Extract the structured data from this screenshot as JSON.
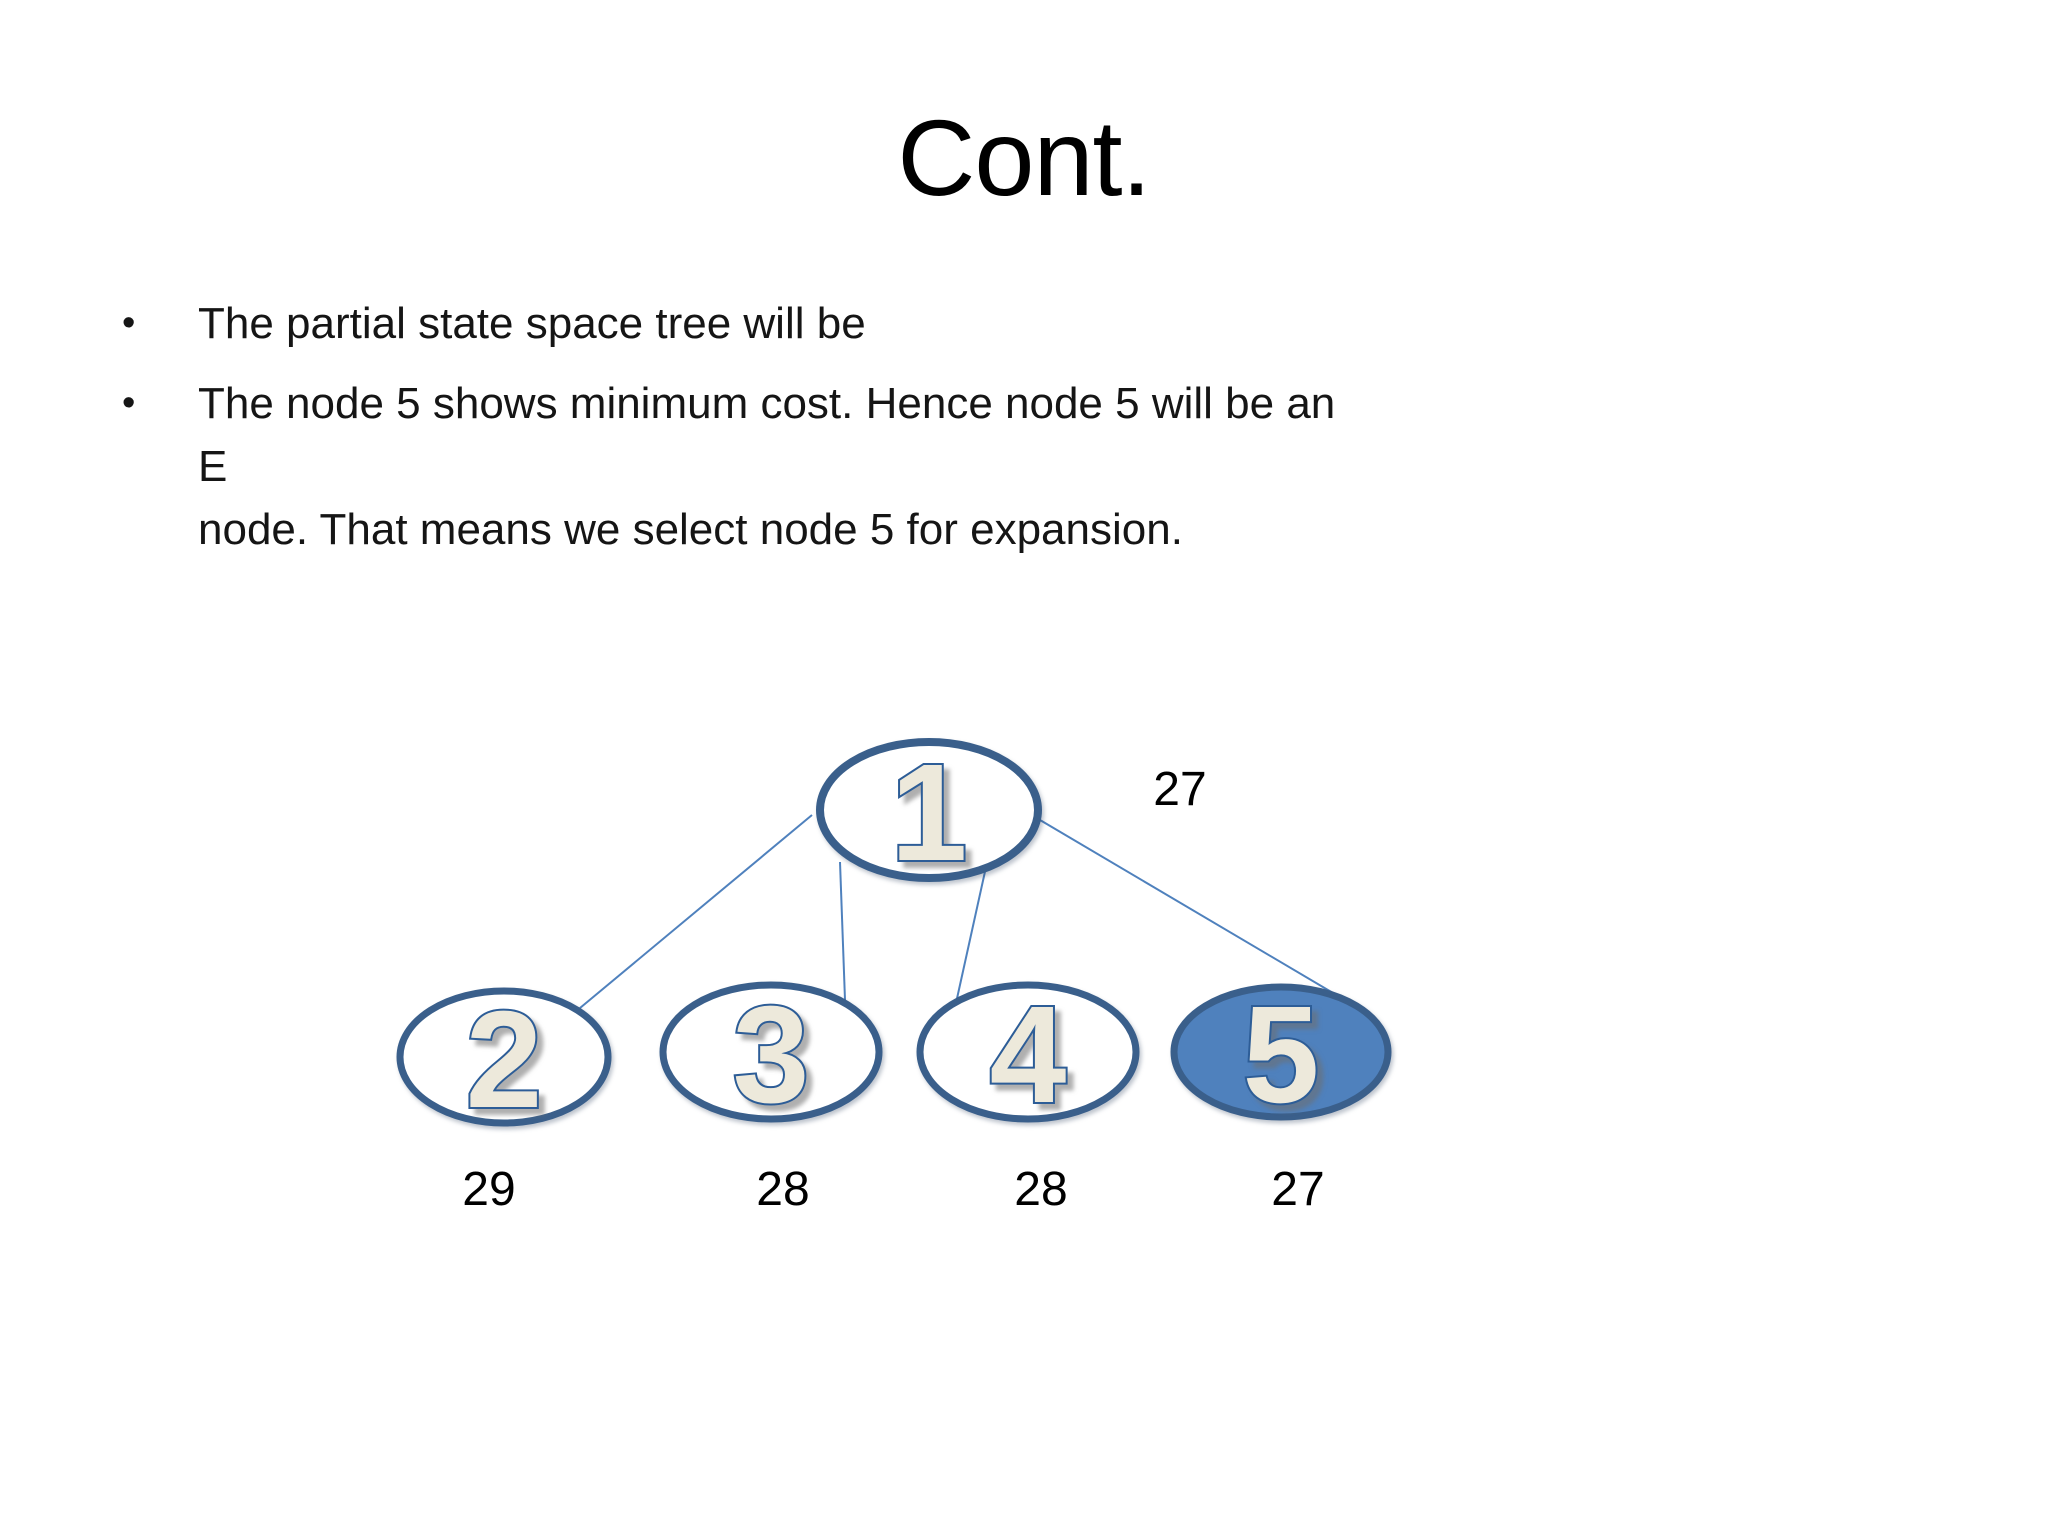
{
  "slide": {
    "title": "Cont.",
    "bullets": [
      {
        "marker": "•",
        "lines": [
          "The partial state space tree will be"
        ]
      },
      {
        "marker": "•",
        "lines": [
          "The node 5 shows minimum cost. Hence node 5 will be an E",
          "node. That means we select node 5 for expansion."
        ]
      }
    ]
  },
  "tree": {
    "nodes": [
      {
        "label": "1",
        "cost": "27",
        "selected": false
      },
      {
        "label": "2",
        "cost": "29",
        "selected": false
      },
      {
        "label": "3",
        "cost": "28",
        "selected": false
      },
      {
        "label": "4",
        "cost": "28",
        "selected": false
      },
      {
        "label": "5",
        "cost": "27",
        "selected": true
      }
    ],
    "edges": [
      {
        "from": "1",
        "to": "2"
      },
      {
        "from": "1",
        "to": "3"
      },
      {
        "from": "1",
        "to": "4"
      },
      {
        "from": "1",
        "to": "5"
      }
    ],
    "colors": {
      "node_border": "#3A5F8B",
      "node_fill": "#FFFFFF",
      "selected_node_fill": "#4F81BD",
      "edge_line": "#4F81BD",
      "numeral_fill": "#EDE9DB",
      "numeral_outline": "#2D5D97",
      "cost_text": "#000000",
      "background": "#FFFFFF"
    }
  }
}
